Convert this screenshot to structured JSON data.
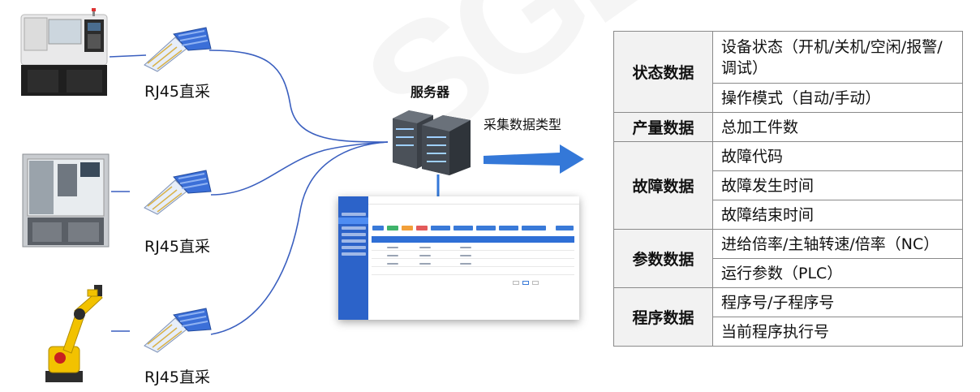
{
  "server_label": "服务器",
  "collection_label": "采集数据类型",
  "connection_labels": [
    "RJ45直采",
    "RJ45直采",
    "RJ45直采"
  ],
  "machines": [
    {
      "icon": "cnc-lathe-icon"
    },
    {
      "icon": "assembly-station-icon"
    },
    {
      "icon": "industrial-robot-icon"
    }
  ],
  "colors": {
    "cable_blue": "#3b6fd8",
    "cable_light": "#8fb2f2",
    "line_blue": "#3a5fbf",
    "arrow_blue": "#3478d8",
    "table_cat_bg": "#f2f2f2",
    "table_border": "#8a8a8a",
    "app_sidebar": "#2c63c9"
  },
  "data_table": [
    {
      "category": "状态数据",
      "items": [
        "设备状态（开机/关机/空闲/报警/调试）",
        "操作模式（自动/手动）"
      ]
    },
    {
      "category": "产量数据",
      "items": [
        "总加工件数"
      ]
    },
    {
      "category": "故障数据",
      "items": [
        "故障代码",
        "故障发生时间",
        "故障结束时间"
      ]
    },
    {
      "category": "参数数据",
      "items": [
        "进给倍率/主轴转速/倍率（NC）",
        "运行参数（PLC）"
      ]
    },
    {
      "category": "程序数据",
      "items": [
        "程序号/子程序号",
        "当前程序执行号"
      ]
    }
  ]
}
